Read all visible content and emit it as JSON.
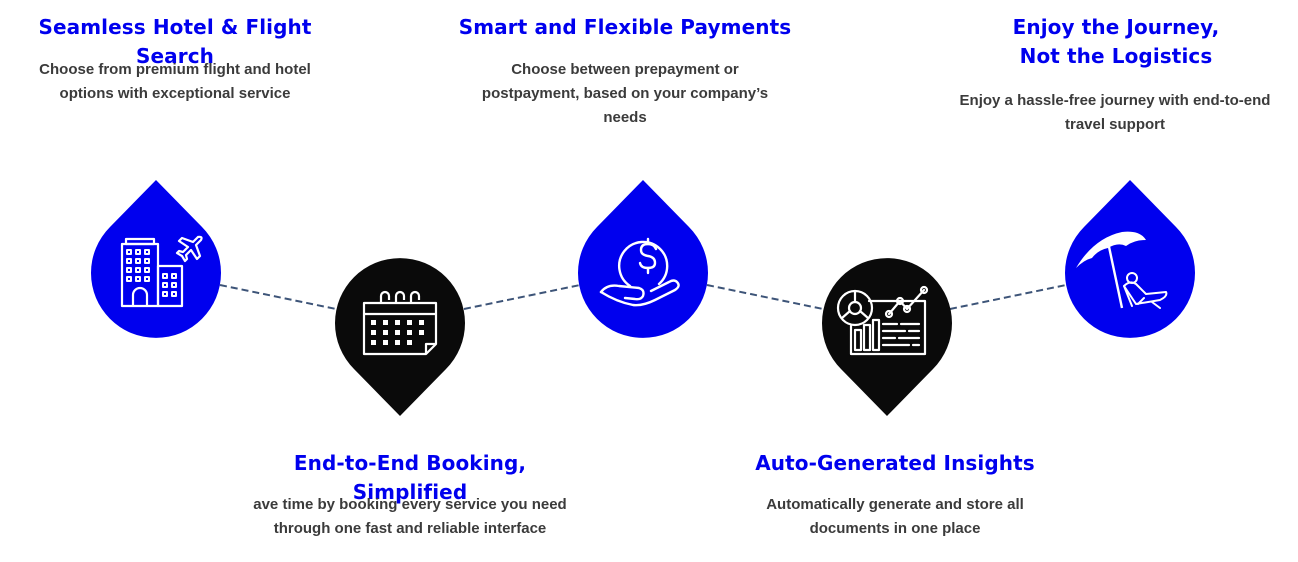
{
  "colors": {
    "accent_blue": "#0000ee",
    "dark": "#0a0a0a",
    "text": "#3b3b3b",
    "connector": "#3d5478"
  },
  "steps": [
    {
      "title": "Seamless Hotel & Flight Search",
      "description": [
        "Choose from premium flight and hotel",
        "options with exceptional service"
      ],
      "icon": "hotel-flight-icon",
      "marker": "blue-drop-up"
    },
    {
      "title": "End-to-End Booking, Simplified",
      "description": [
        "ave time by booking every service you need",
        "through one fast and reliable interface"
      ],
      "icon": "calendar-icon",
      "marker": "black-pin-down"
    },
    {
      "title": "Smart and Flexible Payments",
      "description": [
        "Choose between prepayment or",
        "postpayment, based on your company’s",
        "needs"
      ],
      "icon": "hand-coin-dollar-icon",
      "marker": "blue-drop-up"
    },
    {
      "title": "Auto-Generated Insights",
      "description": [
        "Automatically generate and store all",
        "documents in one place"
      ],
      "icon": "analytics-dashboard-icon",
      "marker": "black-pin-down"
    },
    {
      "title_lines": [
        "Enjoy the Journey,",
        "Not the Logistics"
      ],
      "description": [
        "Enjoy a hassle-free journey with end-to-end",
        "travel support"
      ],
      "icon": "beach-umbrella-lounger-icon",
      "marker": "blue-drop-up"
    }
  ]
}
